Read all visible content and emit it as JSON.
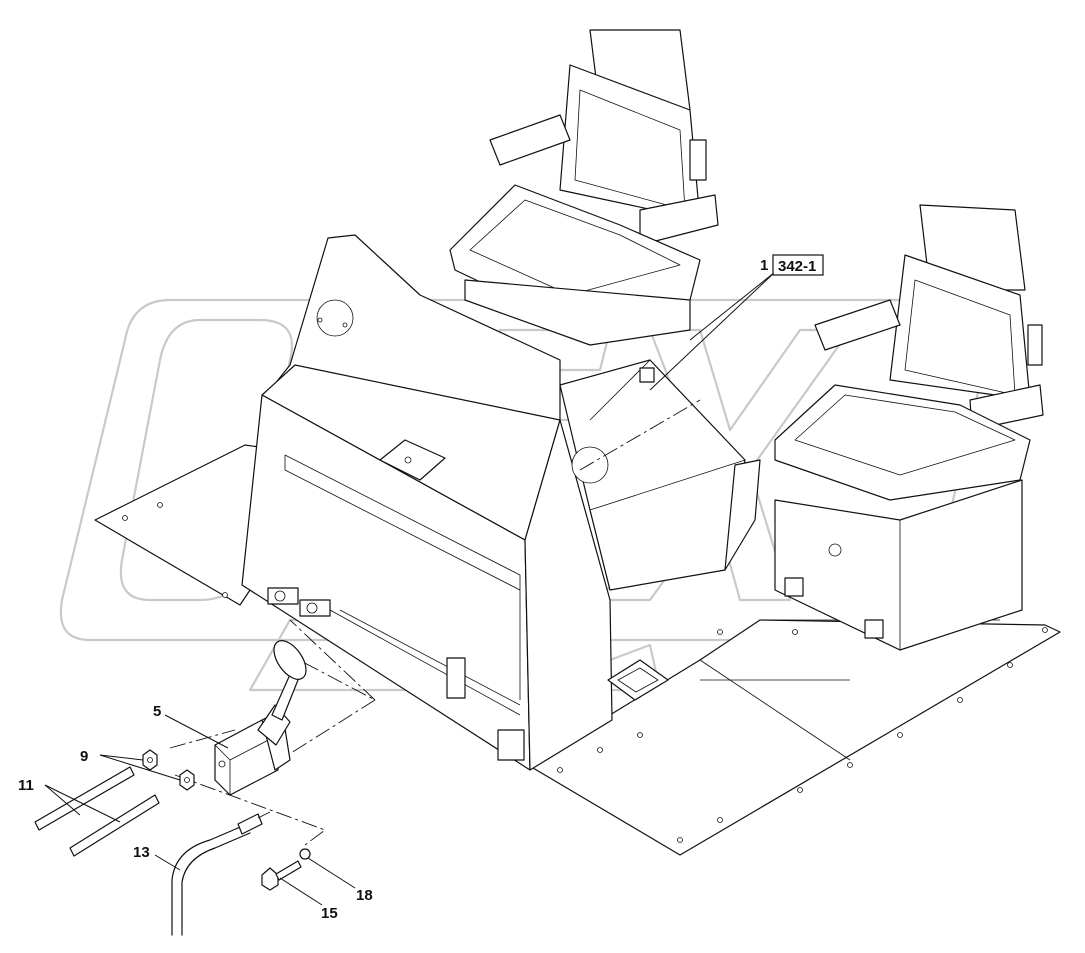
{
  "diagram": {
    "watermark_text": "OPEX",
    "callouts": [
      {
        "id": "1",
        "text": "1",
        "ref": "342-1"
      },
      {
        "id": "5",
        "text": "5"
      },
      {
        "id": "9",
        "text": "9"
      },
      {
        "id": "11",
        "text": "11"
      },
      {
        "id": "13",
        "text": "13"
      },
      {
        "id": "15",
        "text": "15"
      },
      {
        "id": "18",
        "text": "18"
      }
    ]
  }
}
